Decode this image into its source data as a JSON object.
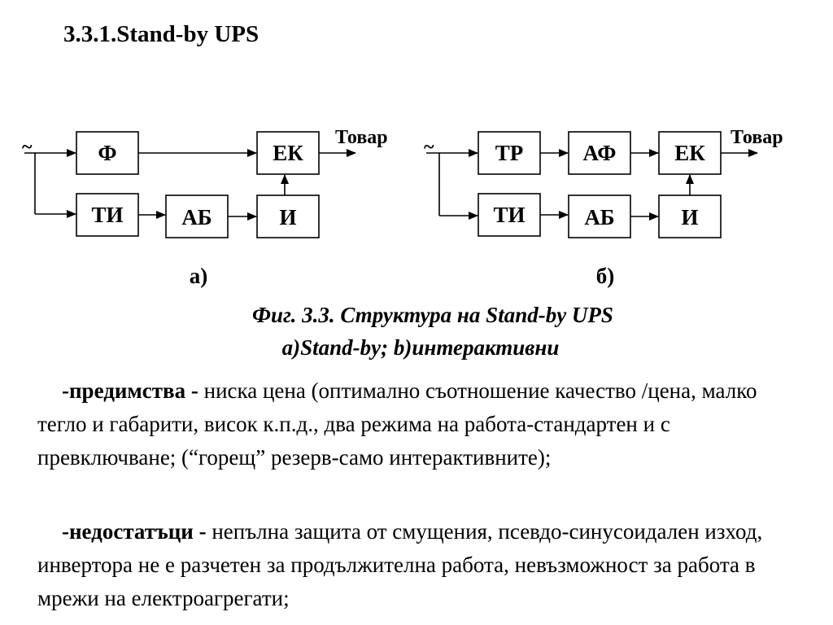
{
  "heading": "3.3.1.Stand-by UPS",
  "diagram_a": {
    "input_symbol": "~",
    "output_label": "Товар",
    "sublabel": "а)",
    "blocks": {
      "filter": "Ф",
      "switch": "ЕК",
      "charger": "ТИ",
      "battery": "АБ",
      "inverter": "И"
    }
  },
  "diagram_b": {
    "input_symbol": "~",
    "output_label": "Товар",
    "sublabel": "б)",
    "blocks": {
      "transformer": "ТР",
      "avr": "АФ",
      "switch": "ЕК",
      "charger": "ТИ",
      "battery": "АБ",
      "inverter": "И"
    }
  },
  "caption": {
    "line1": "Фиг. 3.3. Структура на Stand-by UPS",
    "line2": "a)Stand-by; b)интерактивни"
  },
  "advantages": {
    "label": "-предимства - ",
    "text": "ниска цена (оптимално съотношение качество /цена, малко тегло и габарити, висок к.п.д., два режима на работа-стандартен и с превключване; (“горещ” резерв-само интерактивните);"
  },
  "disadvantages": {
    "label": "-недостатъци - ",
    "text": "непълна защита от смущения, псевдо-синусоидален изход, инвертора не е разчетен за продължителна работа, невъзможност за работа в мрежи на електроагрегати;"
  }
}
